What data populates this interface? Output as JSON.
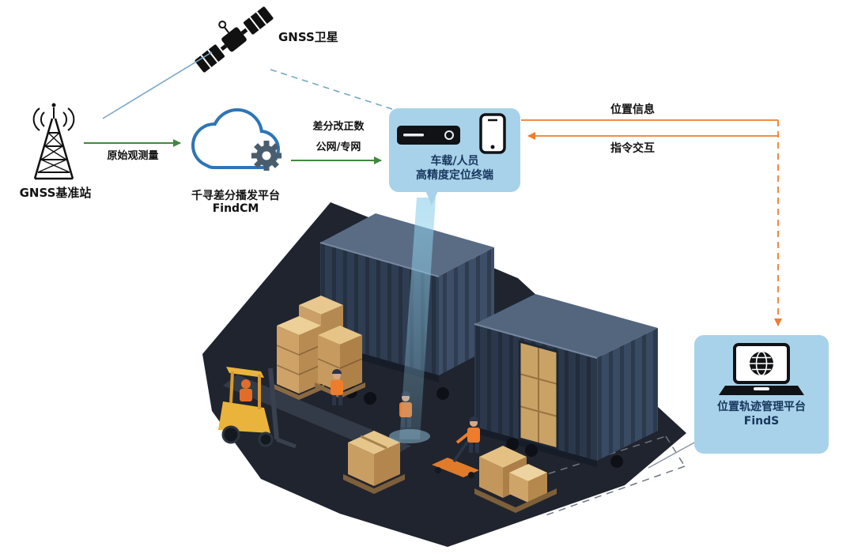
{
  "labels": {
    "satellite": "GNSS卫星",
    "base_station": "GNSS基准站",
    "raw_observation": "原始观测量",
    "cloud_line1": "千寻差分播发平台",
    "cloud_line2": "FindCM",
    "correction_line1": "差分改正数",
    "correction_line2": "公网/专网",
    "terminal_line1": "车载/人员",
    "terminal_line2": "高精度定位终端",
    "position_info": "位置信息",
    "command_interaction": "指令交互",
    "platform_line1": "位置轨迹管理平台",
    "platform_line2": "FindS"
  },
  "colors": {
    "bubble_background": "#a8d2e9",
    "bubble_text": "#17365d",
    "green_arrow": "#41883f",
    "orange_arrow": "#ed7d31",
    "satellite_link_blue": "#7aa7c7",
    "cloud_blue": "#2e75b6",
    "beam_blue": "#8fd0ec",
    "ground_dark": "#20242e",
    "container_navy": "#2f3d52",
    "carton_tan": "#c99e63",
    "forklift_yellow": "#eab33b"
  }
}
